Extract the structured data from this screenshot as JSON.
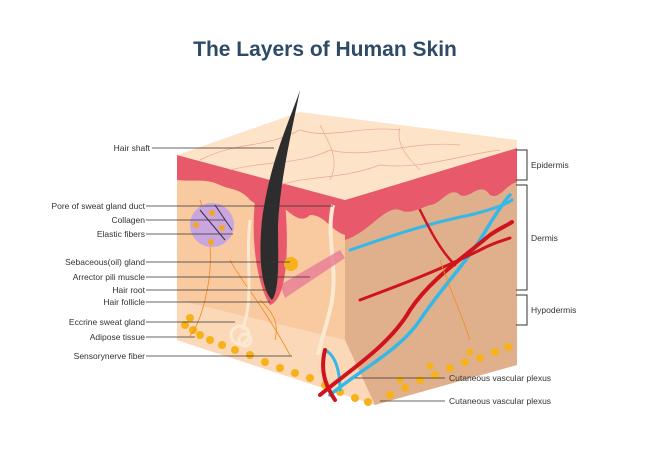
{
  "title": "The Layers of Human Skin",
  "left_labels": [
    "Hair shaft",
    "Pore of sweat gland duct",
    "Collagen",
    "Elastic fibers",
    "Sebaceous(oil) gland",
    "Arrector pili muscle",
    "Hair root",
    "Hair follicle",
    "Eccrine sweat gland",
    "Adipose tissue",
    "Sensorynerve fiber"
  ],
  "right_labels": {
    "epidermis": "Epidermis",
    "dermis": "Dermis",
    "hypodermis": "Hypodermis"
  },
  "bottom_labels": [
    "Cutaneous vascular plexus",
    "Cutaneous vascular plexus"
  ],
  "colors": {
    "title": "#2e4a66",
    "epidermis": "#e8596b",
    "dermis_front": "#f9c9a0",
    "dermis_side": "#e0b08c",
    "artery": "#d0141e",
    "vein": "#35b8e8",
    "fat": "#f5b21a",
    "nerve": "#f08a1c"
  }
}
